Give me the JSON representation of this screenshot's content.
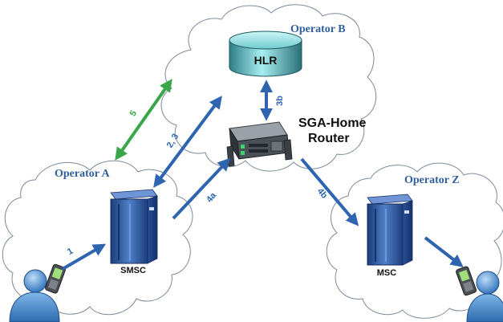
{
  "operators": {
    "a": "Operator A",
    "b": "Operator B",
    "z": "Operator Z"
  },
  "nodes": {
    "hlr": "HLR",
    "router_line1": "SGA-Home",
    "router_line2": "Router",
    "smsc": "SMSC",
    "msc": "MSC"
  },
  "steps": {
    "s1": "1",
    "s23": "2, 3",
    "s3b": "3b",
    "s4a": "4a",
    "s4b": "4b",
    "s5": "5"
  },
  "colors": {
    "flow_arrow": "#2e64b0",
    "peering_arrow": "#3aa64a",
    "operator_label": "#2f5f9e",
    "cloud_outline": "#7d8a9a"
  },
  "icons": {
    "hlr": "database-cylinder-icon",
    "router": "router-appliance-icon",
    "smsc": "server-tower-icon",
    "msc": "server-tower-icon",
    "user_a": "mobile-user-icon",
    "user_z": "mobile-user-icon"
  }
}
